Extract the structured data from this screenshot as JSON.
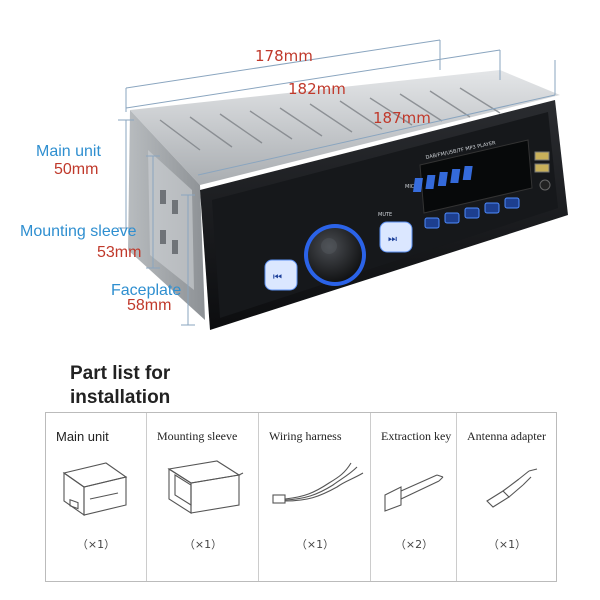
{
  "photo": {
    "display_text": "DAB/FM/USB/TF MP3 PLAYER",
    "mic_label": "MIC",
    "mute_label": "MUTE"
  },
  "dimensions": {
    "width_top": "178mm",
    "width_mid": "182mm",
    "width_bottom": "187mm",
    "main_unit_label": "Main unit",
    "main_unit_value": "50mm",
    "sleeve_label": "Mounting sleeve",
    "sleeve_value": "53mm",
    "faceplate_label": "Faceplate",
    "faceplate_value": "58mm"
  },
  "parts_title": "Part list for installation",
  "parts": [
    {
      "name": "Main unit",
      "qty": "（×1）",
      "icon": "main-unit-icon"
    },
    {
      "name": "Mounting sleeve",
      "qty": "（×1）",
      "icon": "mounting-sleeve-icon"
    },
    {
      "name": "Wiring harness",
      "qty": "（×1）",
      "icon": "wiring-harness-icon"
    },
    {
      "name": "Extraction key",
      "qty": "（×2）",
      "icon": "extraction-key-icon"
    },
    {
      "name": "Antenna adapter",
      "qty": "（×1）",
      "icon": "antenna-adapter-icon"
    }
  ],
  "colors": {
    "dimension_text": "#c0392b",
    "label_blue": "#2f8fd0",
    "backlight": "#3a8fff"
  }
}
